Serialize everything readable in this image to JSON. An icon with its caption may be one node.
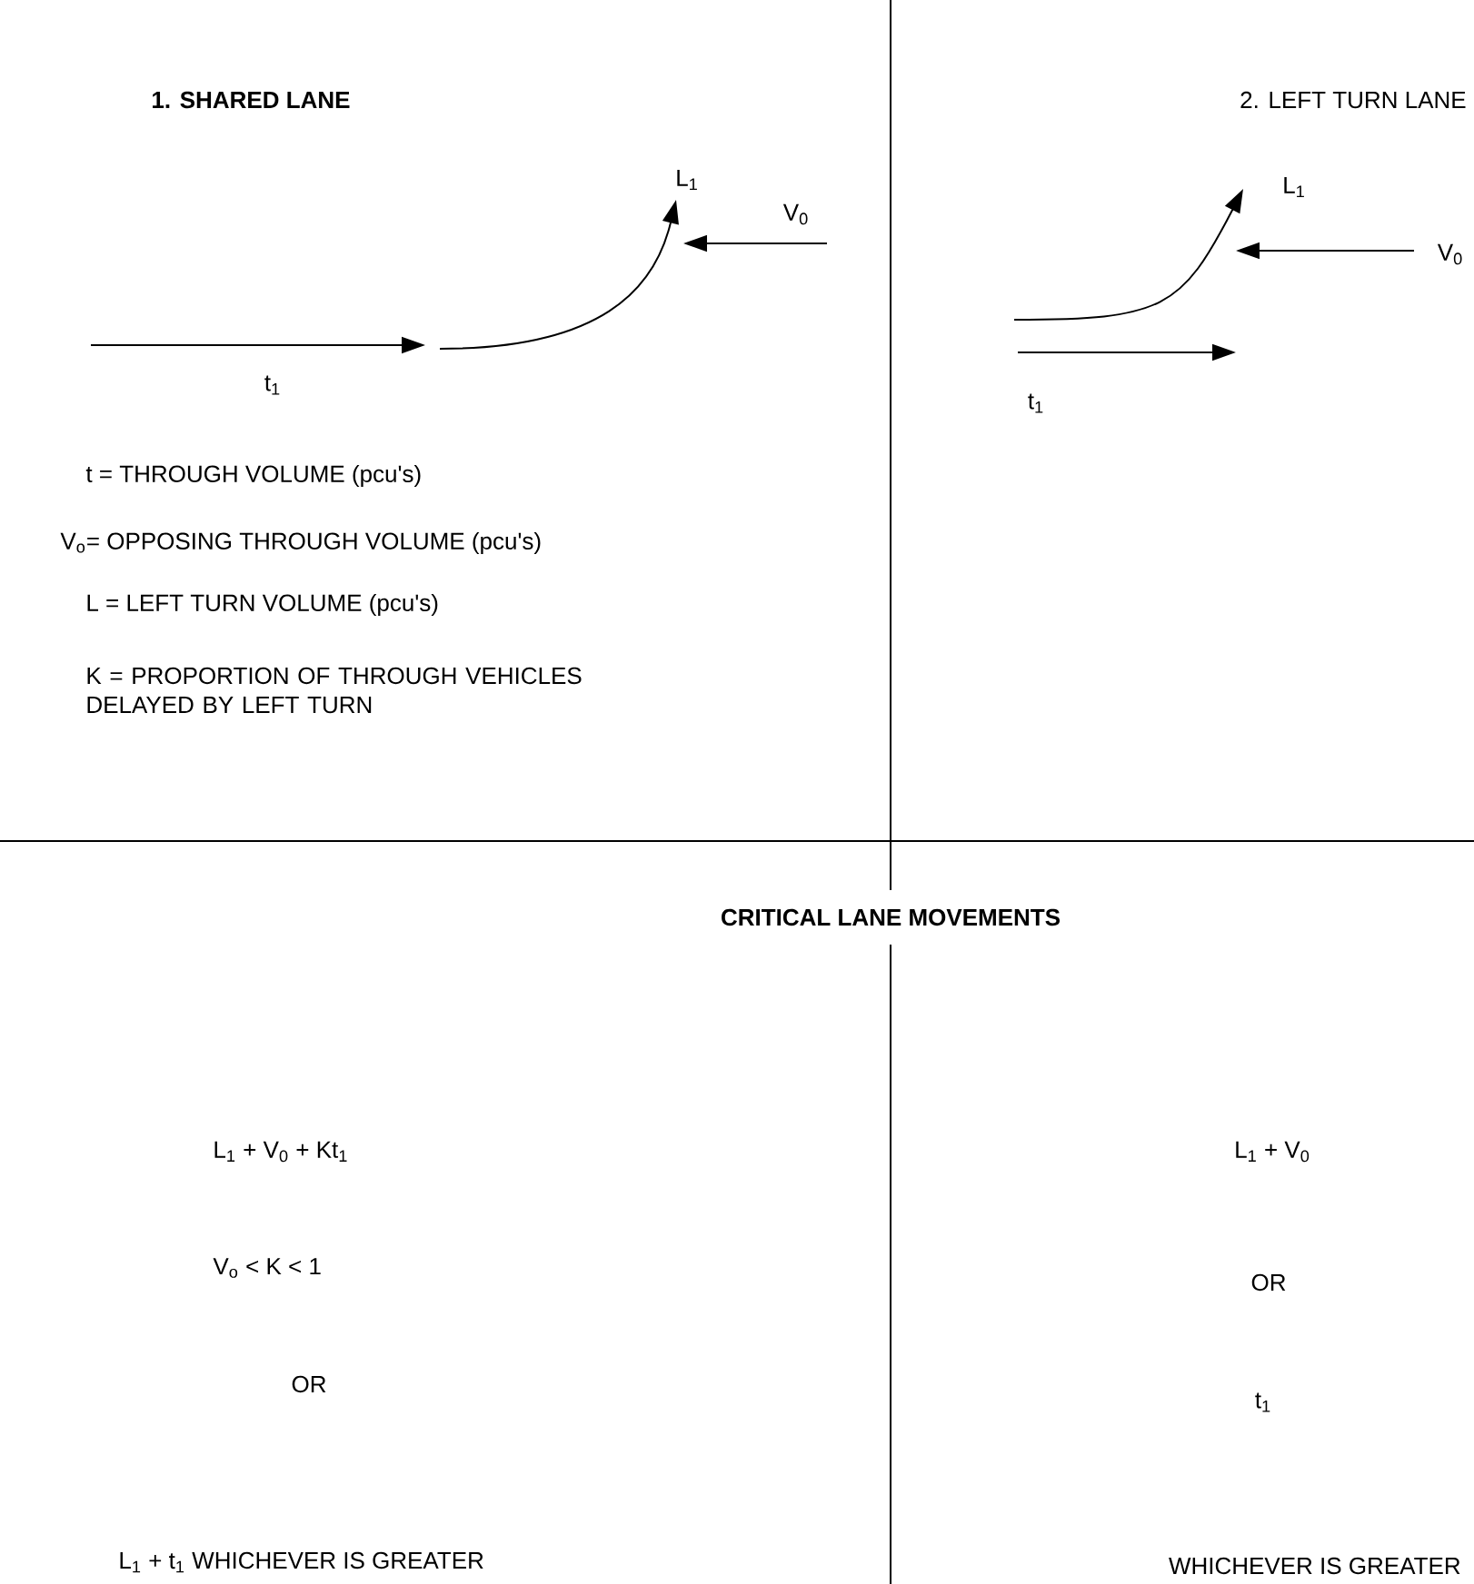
{
  "diagram": {
    "title": "CRITICAL LANE MOVEMENTS",
    "labels": [
      "1. SHARED LANE",
      "2. LEFT TURN LANE",
      "L$_{1}$",
      "V$_{0}$",
      "L$_{1}$",
      "V$_{0}$",
      "t$_{1}$",
      "t$_{1}$",
      "t = THROUGH VOLUME (pcu's)",
      "V$_{o}$= OPPOSING THROUGH VOLUME (pcu's)",
      "L = LEFT TURN VOLUME (pcu's)",
      "K = PROPORTION OF THROUGH VEHICLES DELAYED BY LEFT TURN",
      "L$_{1}$ + V$_{0}$ + Kt$_{1}$",
      "L$_{1}$ + V$_{0}$",
      "V$_{o}$ < K < 1",
      "OR",
      "OR",
      "t$_{1}$",
      "L$_{1}$ + t$_{1}$ WHICHEVER IS GREATER",
      "WHICHEVER IS GREATER"
    ]
  }
}
